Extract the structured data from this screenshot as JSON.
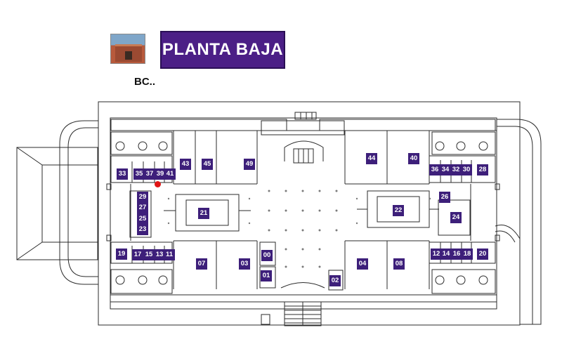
{
  "header": {
    "title": "PLANTA BAJA",
    "building_code": "BC.."
  },
  "colors": {
    "title_bg": "#4b1f86",
    "badge_bg": "#3d1f7a",
    "marker": "#e01414",
    "lines": "#2b2b2b"
  },
  "rooms": [
    {
      "id": "33"
    },
    {
      "id": "35"
    },
    {
      "id": "37"
    },
    {
      "id": "39"
    },
    {
      "id": "41"
    },
    {
      "id": "43"
    },
    {
      "id": "45"
    },
    {
      "id": "49"
    },
    {
      "id": "44"
    },
    {
      "id": "40"
    },
    {
      "id": "36"
    },
    {
      "id": "34"
    },
    {
      "id": "32"
    },
    {
      "id": "30"
    },
    {
      "id": "28"
    },
    {
      "id": "29"
    },
    {
      "id": "27"
    },
    {
      "id": "25"
    },
    {
      "id": "23"
    },
    {
      "id": "21"
    },
    {
      "id": "22"
    },
    {
      "id": "26"
    },
    {
      "id": "24"
    },
    {
      "id": "19"
    },
    {
      "id": "17"
    },
    {
      "id": "15"
    },
    {
      "id": "13"
    },
    {
      "id": "11"
    },
    {
      "id": "07"
    },
    {
      "id": "03"
    },
    {
      "id": "00"
    },
    {
      "id": "01"
    },
    {
      "id": "02"
    },
    {
      "id": "04"
    },
    {
      "id": "08"
    },
    {
      "id": "12"
    },
    {
      "id": "14"
    },
    {
      "id": "16"
    },
    {
      "id": "18"
    },
    {
      "id": "20"
    }
  ]
}
